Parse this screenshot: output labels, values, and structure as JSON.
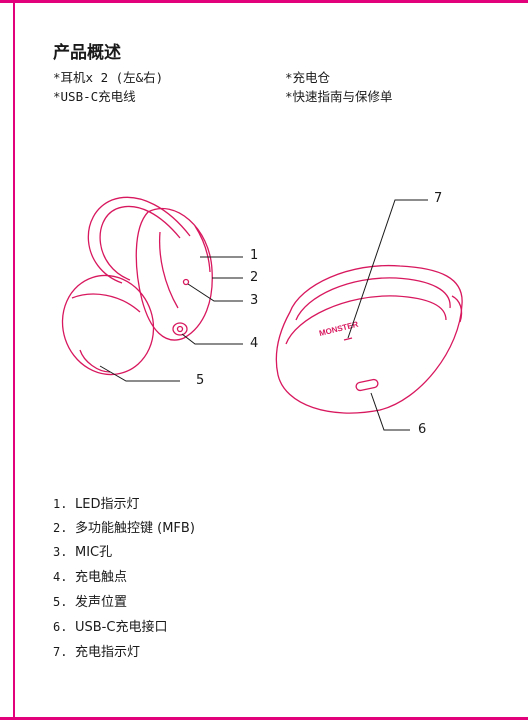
{
  "title": "产品概述",
  "includes": [
    "*耳机x 2 (左&右)",
    "*充电仓",
    "*USB-C充电线",
    "*快速指南与保修单"
  ],
  "callouts": [
    "1",
    "2",
    "3",
    "4",
    "5",
    "6",
    "7"
  ],
  "brand_logo_text": "MONSTER",
  "features": [
    {
      "num": "1.",
      "label": "LED指示灯"
    },
    {
      "num": "2.",
      "label": "多功能触控键 (MFB)"
    },
    {
      "num": "3.",
      "label": "MIC孔"
    },
    {
      "num": "4.",
      "label": "充电触点"
    },
    {
      "num": "5.",
      "label": "发声位置"
    },
    {
      "num": "6.",
      "label": "USB-C充电接口"
    },
    {
      "num": "7.",
      "label": "充电指示灯"
    }
  ],
  "colors": {
    "accent": "#e3007b",
    "line": "#1a1a1a"
  }
}
